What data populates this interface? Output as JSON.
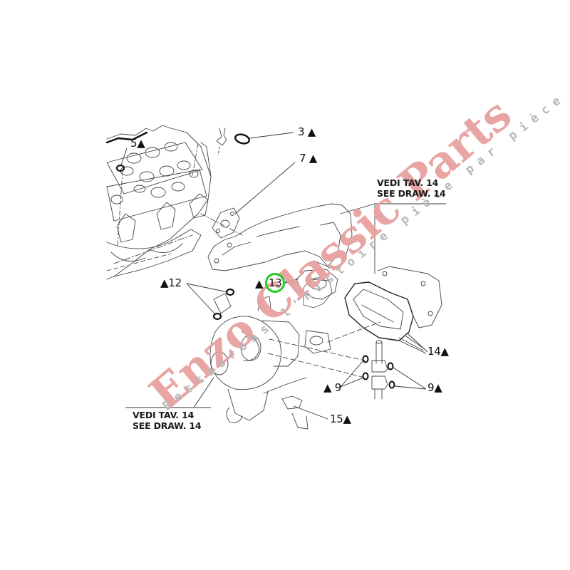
{
  "diagram": {
    "type": "exploded parts drawing - turbocharger / exhaust manifold gaskets",
    "callouts": [
      {
        "id": "c3top",
        "label": "3 ▲"
      },
      {
        "id": "c5",
        "label": "5▲"
      },
      {
        "id": "c7",
        "label": "7 ▲"
      },
      {
        "id": "c12",
        "label": "▲12"
      },
      {
        "id": "c13",
        "label": "▲",
        "highlighted_number": "13"
      },
      {
        "id": "c14",
        "label": "14▲"
      },
      {
        "id": "c9left",
        "label": "▲ 9"
      },
      {
        "id": "c9right",
        "label": "9▲"
      },
      {
        "id": "c15",
        "label": "15▲"
      }
    ],
    "references": {
      "top_right": {
        "line1": "VEDI TAV. 14",
        "line2": "SEE DRAW. 14"
      },
      "bottom_left": {
        "line1": "VEDI TAV. 14",
        "line2": "SEE DRAW. 14"
      }
    },
    "highlight": {
      "part": "13",
      "color": "#22cc22"
    }
  },
  "watermark": {
    "brand": "Enzo Classic Parts",
    "tagline": "Restaurons l'histoire pièce par pièce",
    "brand_color": "#e8a0a0",
    "tagline_color": "#b8b8b8"
  },
  "colors": {
    "line_art": "#2a2a2a",
    "background": "#ffffff"
  }
}
